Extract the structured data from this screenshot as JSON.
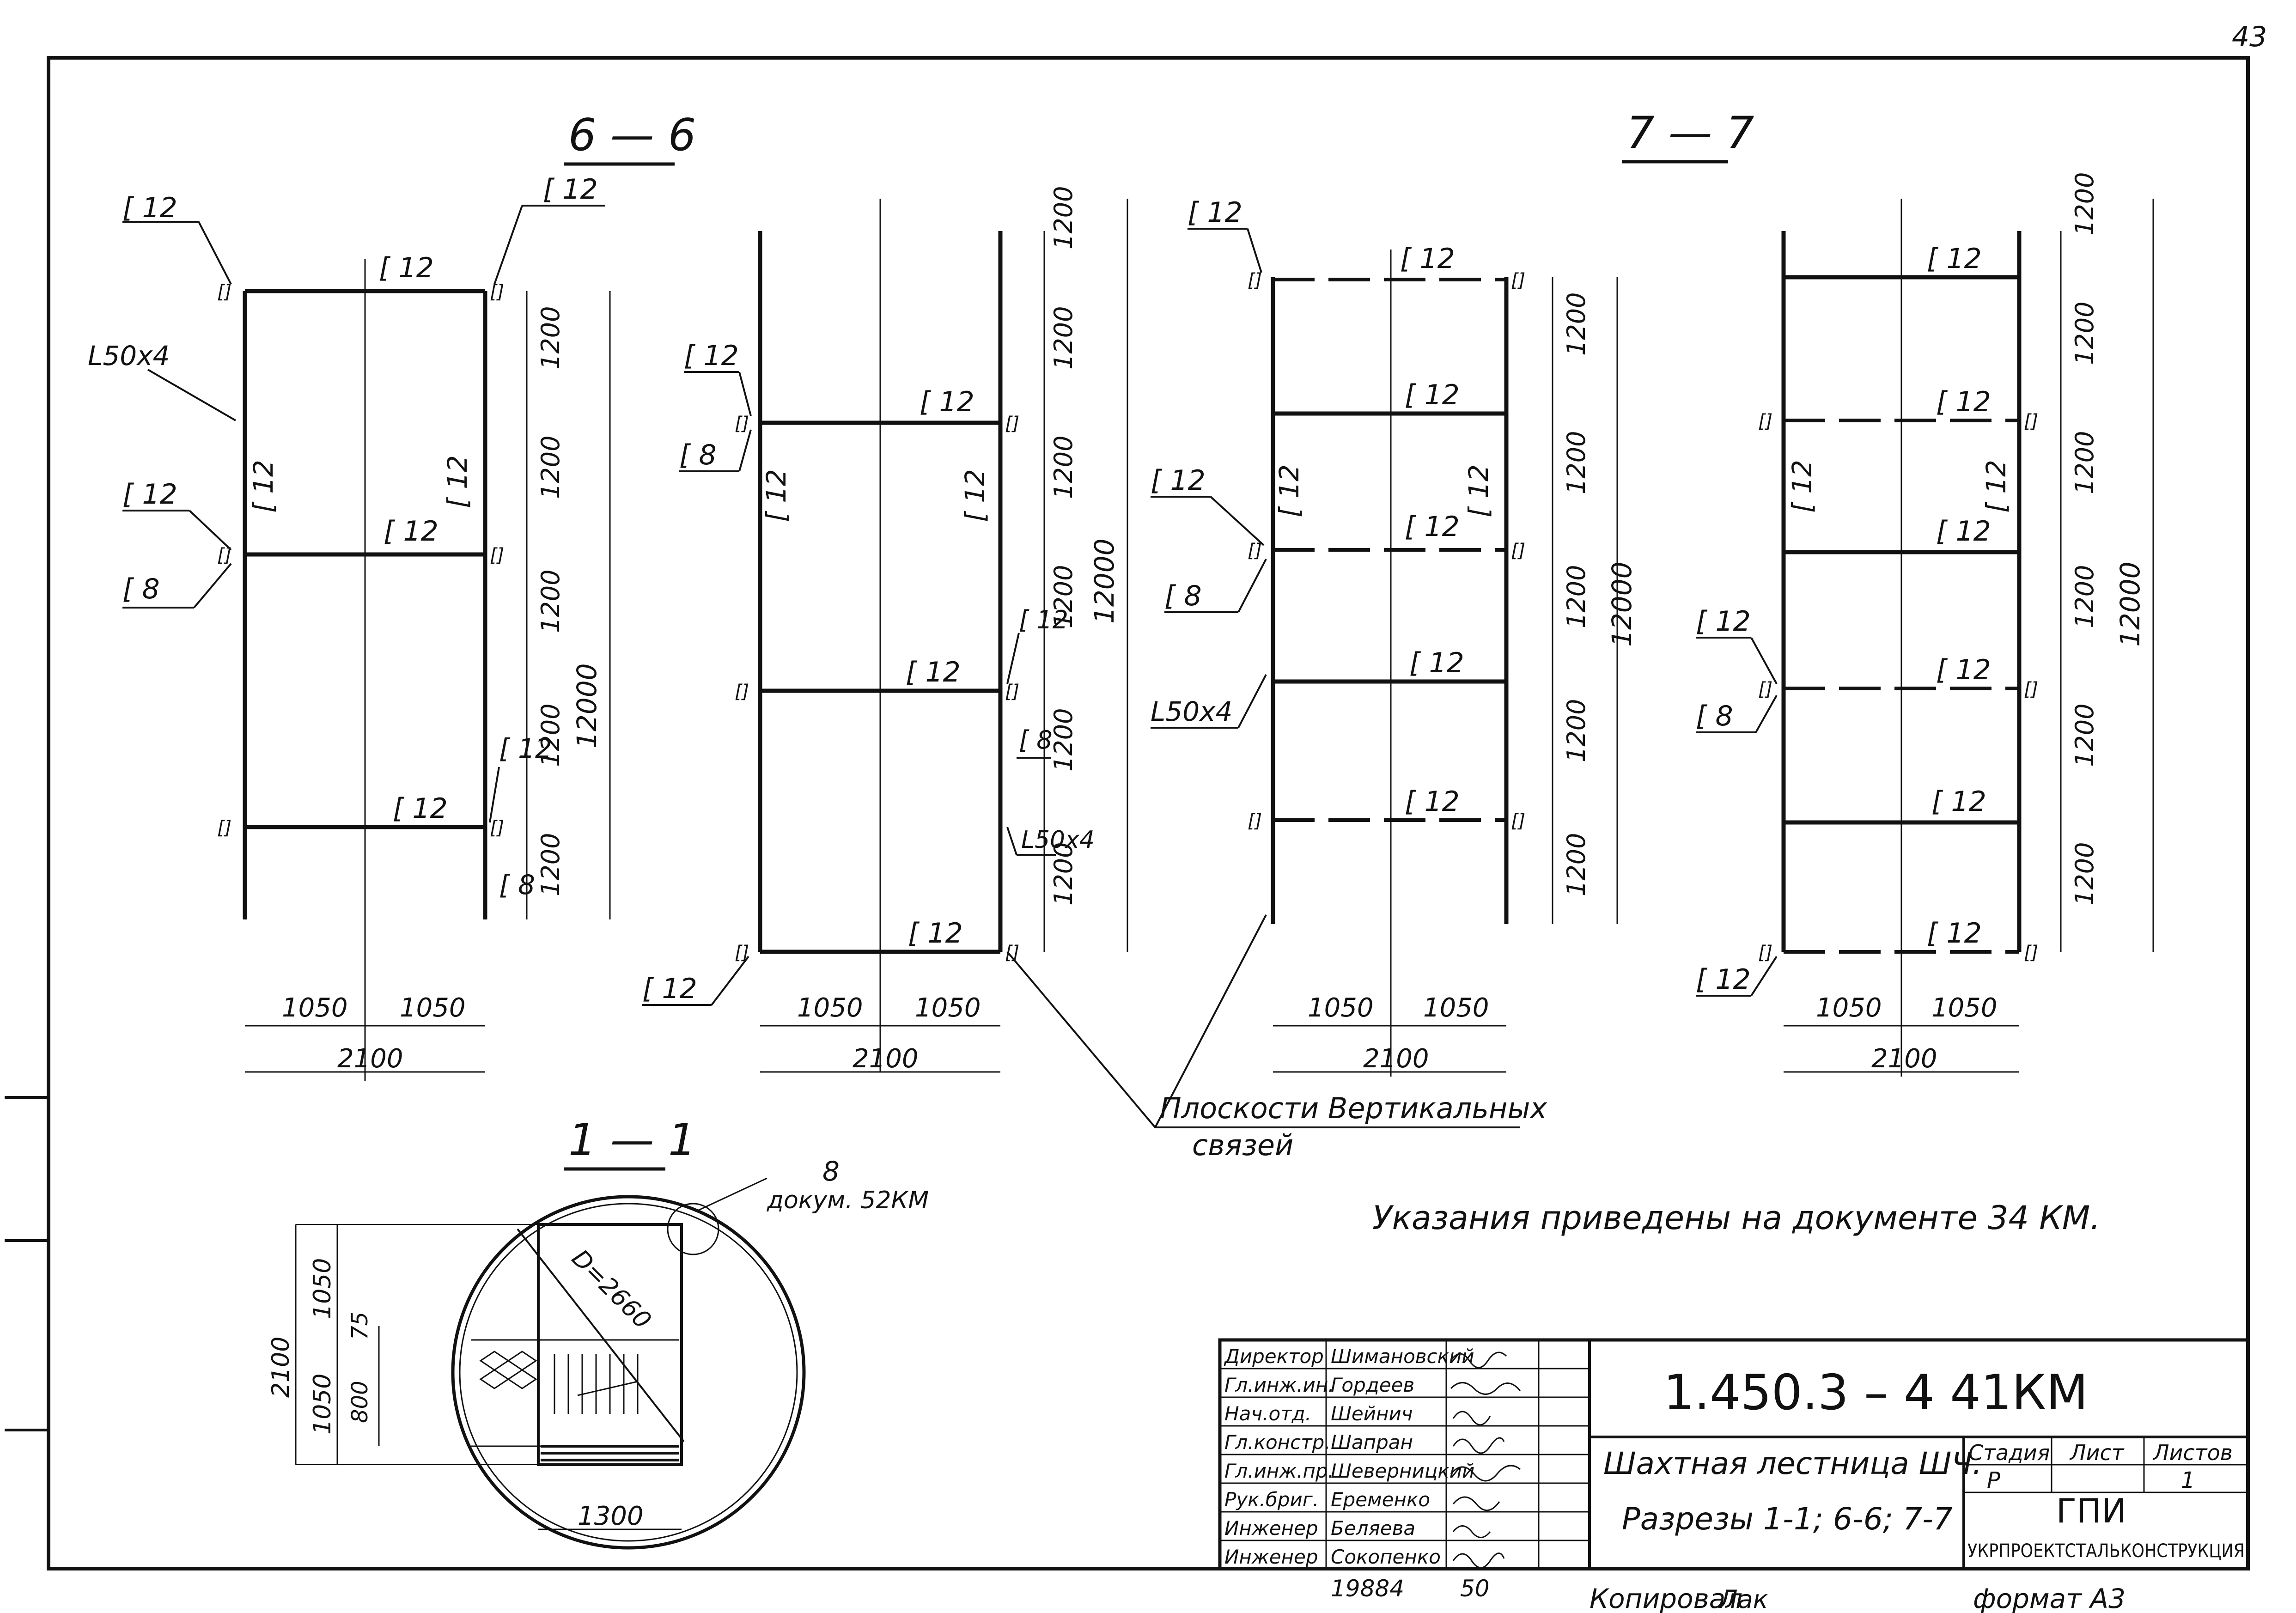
{
  "page_number": "43",
  "sections": {
    "s66": {
      "title": "6 — 6"
    },
    "s77": {
      "title": "7 — 7"
    },
    "s11": {
      "title": "1 — 1"
    }
  },
  "labels": {
    "c12": "[ 12",
    "c8": "[ 8",
    "angle": "L50x4",
    "c12_vert": "[ 12"
  },
  "dims": {
    "d1200": "1200",
    "d12000": "12000",
    "d1050": "1050",
    "d2100": "2100",
    "d1300": "1300",
    "d75": "75",
    "d800": "800",
    "d_diam": "D=2660"
  },
  "notes": {
    "planes_line1": "Плоскости Вертикальных",
    "planes_line2": "связей",
    "detail_num": "8",
    "detail_doc": "докум. 52КМ",
    "instructions": "Указания    приведены   на   документе   34 КМ."
  },
  "title_block": {
    "rows": [
      {
        "role": "Директор",
        "name": "Шимановский"
      },
      {
        "role": "Гл.инж.ин.",
        "name": "Гордеев"
      },
      {
        "role": "Нач.отд.",
        "name": "Шейнич"
      },
      {
        "role": "Гл.констр.",
        "name": "Шапран"
      },
      {
        "role": "Гл.инж.пр.",
        "name": "Шеверницкий"
      },
      {
        "role": "Рук.бриг.",
        "name": "Еременко"
      },
      {
        "role": "Инженер",
        "name": "Беляева"
      },
      {
        "role": "Инженер",
        "name": "Сокопенко"
      }
    ],
    "doc_code": "1.450.3 – 4   41КМ",
    "title_line1": "Шахтная лестница ШЧ.",
    "title_line2": "Разрезы  1-1; 6-6;  7-7",
    "stage_header": "Стадия",
    "sheet_header": "Лист",
    "sheets_header": "Листов",
    "stage_value": "Р",
    "sheets_value": "1",
    "org_short": "ГПИ",
    "org_long": "УКРПРОЕКТСТАЛЬКОНСТРУКЦИЯ"
  },
  "footer": {
    "inv_number": "19884",
    "inv_sheet": "50",
    "copied": "Копировал",
    "copier_sign": "Лак",
    "format": "формат  А3"
  }
}
